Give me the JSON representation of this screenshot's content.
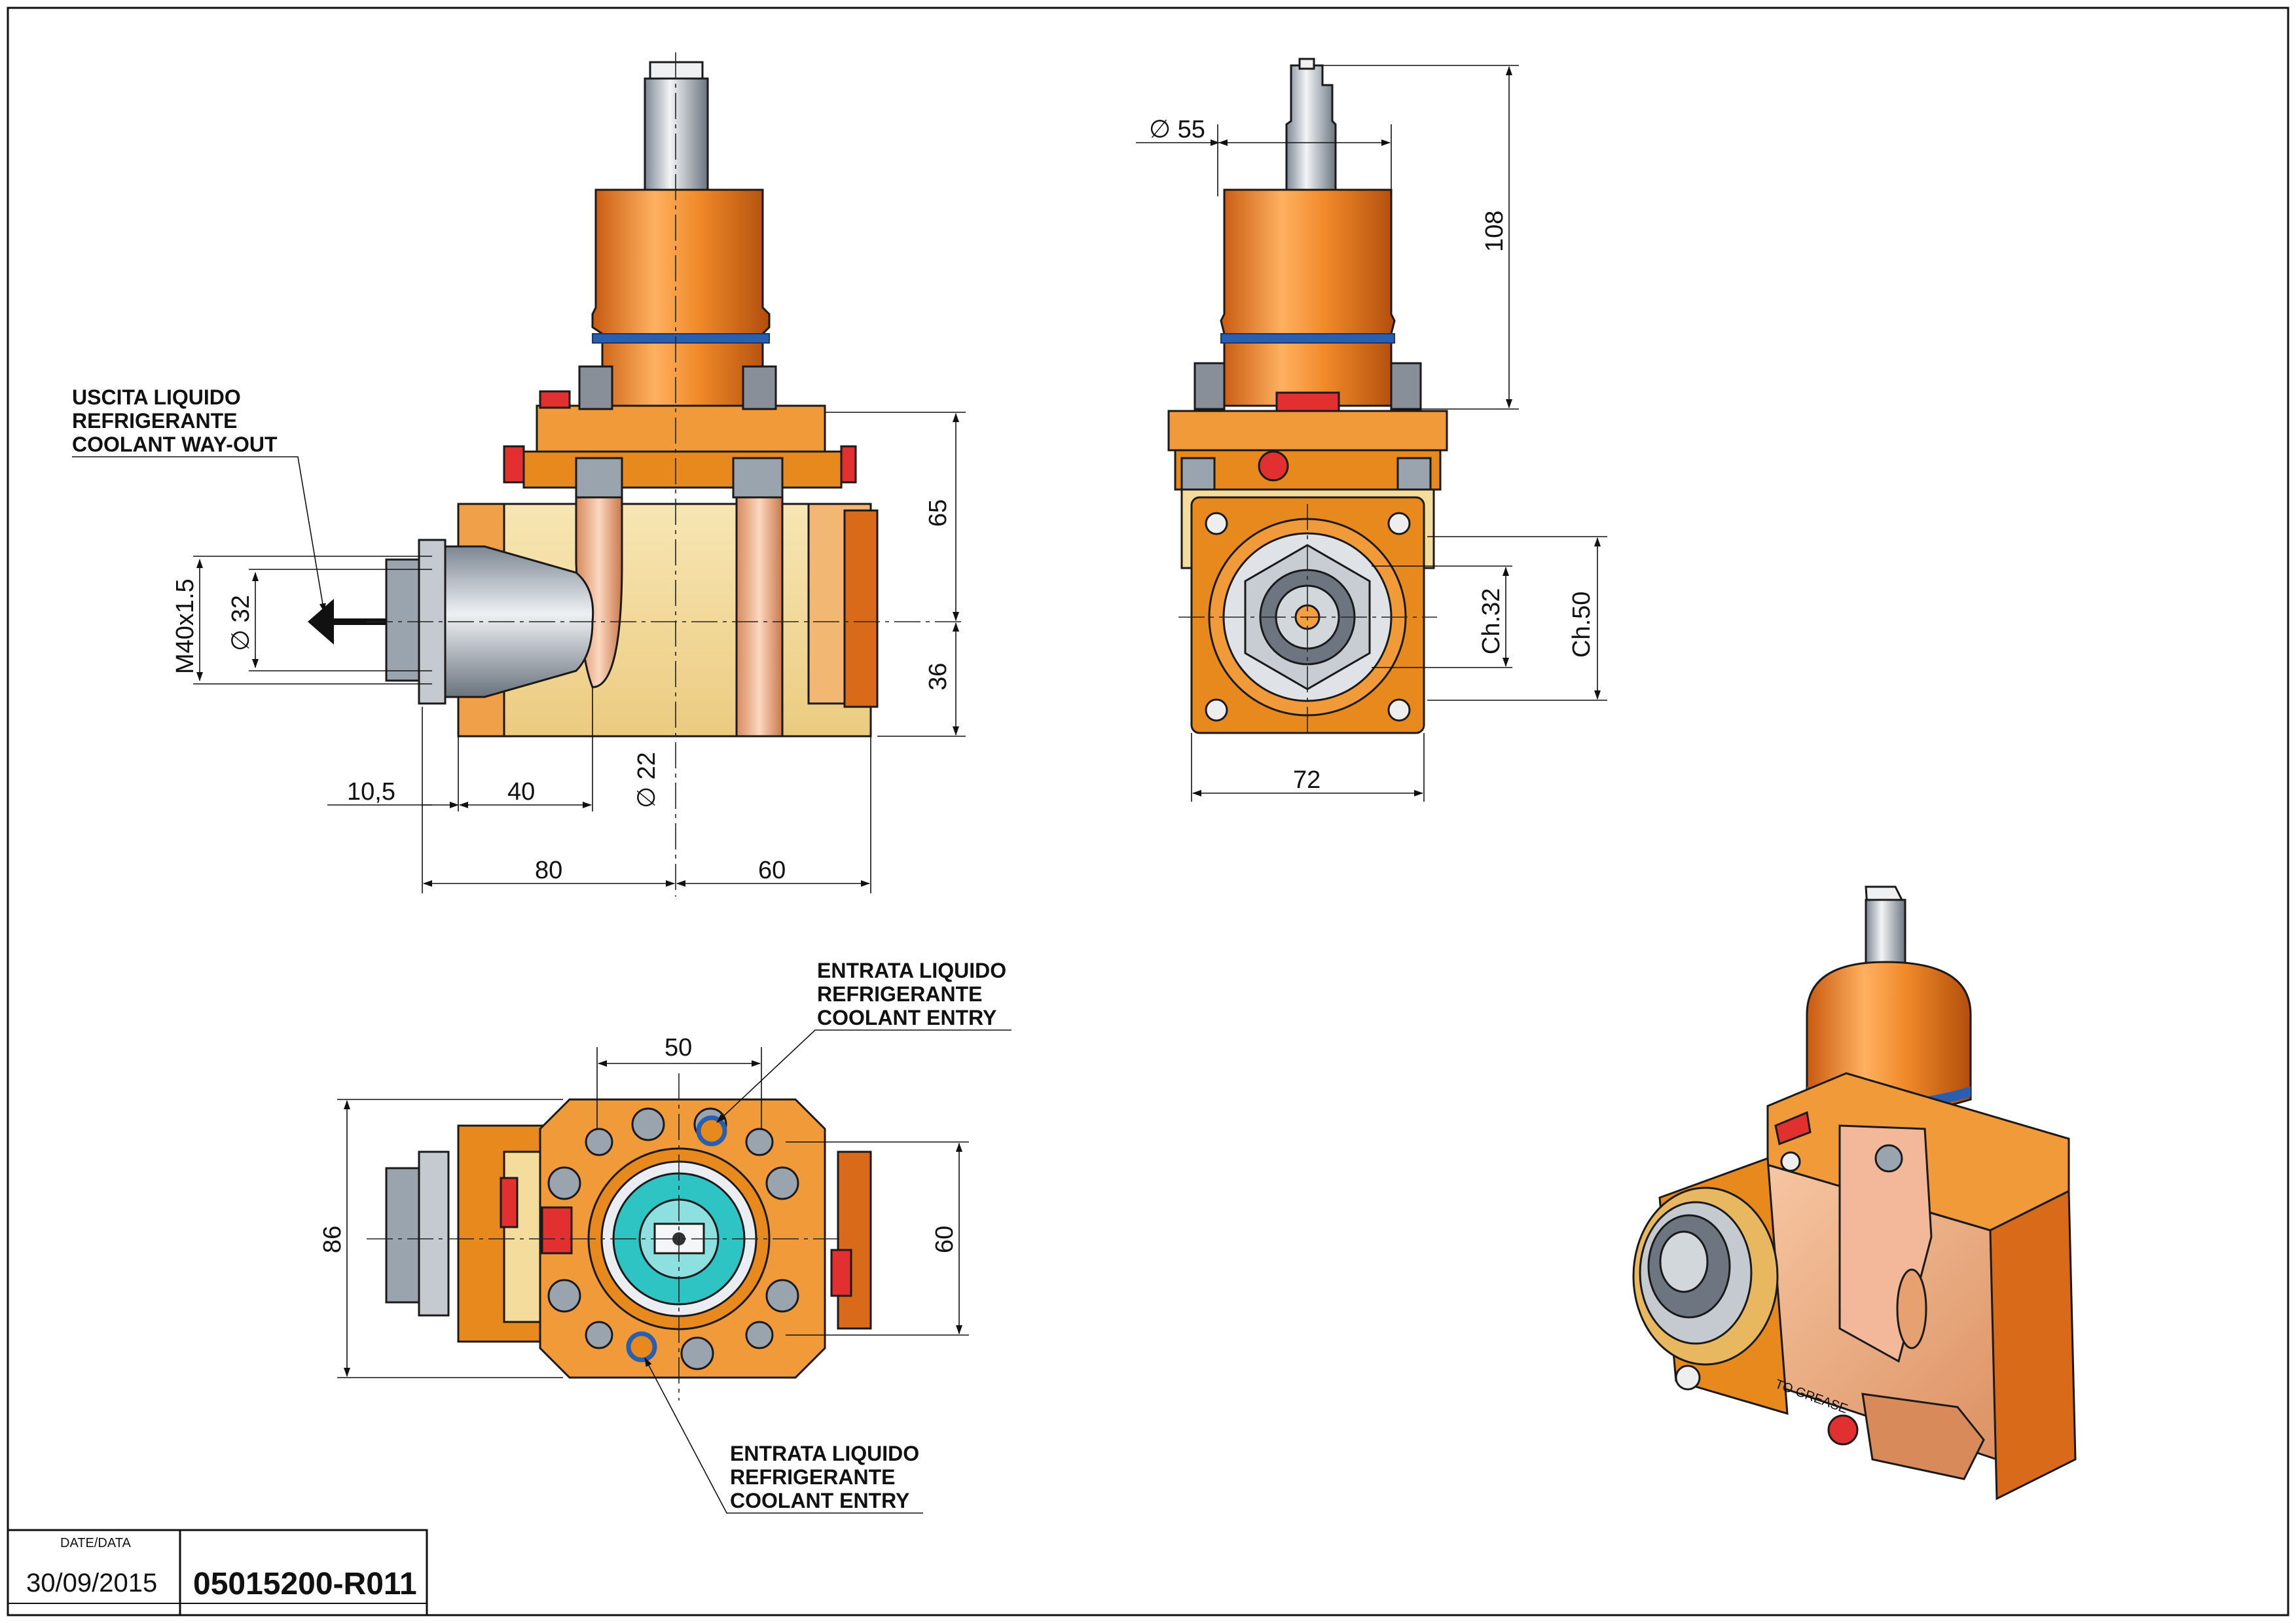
{
  "views": {
    "side": {
      "note_coolant_out": [
        "USCITA LIQUIDO",
        "REFRIGERANTE",
        "COOLANT WAY-OUT"
      ],
      "dims": {
        "thread": "M40x1.5",
        "bore_dia": "∅ 32",
        "body_offset": "10,5",
        "nose_len": "40",
        "port_dia": "∅ 22",
        "len_front": "80",
        "len_rear": "60",
        "height_upper": "65",
        "height_lower": "36"
      }
    },
    "front": {
      "dims": {
        "shank_dia": "∅ 55",
        "shank_len": "108",
        "hex_small": "Ch.32",
        "hex_large": "Ch.50",
        "width": "72"
      }
    },
    "top": {
      "note_coolant_entry_top": [
        "ENTRATA LIQUIDO",
        "REFRIGERANTE",
        "COOLANT ENTRY"
      ],
      "note_coolant_entry_bottom": [
        "ENTRATA LIQUIDO",
        "REFRIGERANTE",
        "COOLANT ENTRY"
      ],
      "dims": {
        "bolt_pitch": "50",
        "depth": "86",
        "pitch_v": "60"
      }
    },
    "iso": {
      "label": "TO GREASE"
    }
  },
  "title_block": {
    "date_label": "DATE/DATA",
    "date": "30/09/2015",
    "code": "05015200-R011"
  },
  "colors": {
    "body_orange": "#e8891e",
    "body_light": "#f4dc9c",
    "copper": "#e7a070",
    "steel": "#9aa6b2",
    "accent_red": "#e23030",
    "seal_blue": "#2a5fb0",
    "cyan": "#2fc4c4"
  }
}
